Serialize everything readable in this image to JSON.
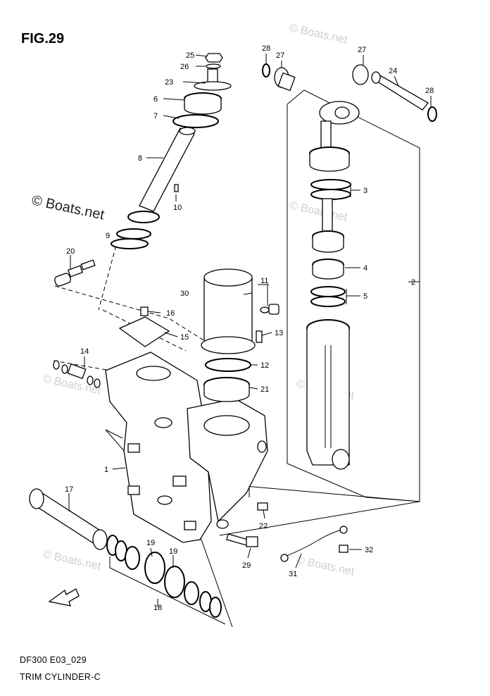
{
  "figure": {
    "title": "FIG.29",
    "model_code": "DF300 E03_029",
    "name": "TRIM CYLINDER-C"
  },
  "watermarks": {
    "dark": "© Boats.net",
    "light": "© Boats.net"
  },
  "callouts": [
    {
      "id": "p1",
      "label": "1"
    },
    {
      "id": "p2",
      "label": "2"
    },
    {
      "id": "p3",
      "label": "3"
    },
    {
      "id": "p4",
      "label": "4"
    },
    {
      "id": "p5",
      "label": "5"
    },
    {
      "id": "p6",
      "label": "6"
    },
    {
      "id": "p7",
      "label": "7"
    },
    {
      "id": "p8",
      "label": "8"
    },
    {
      "id": "p9",
      "label": "9"
    },
    {
      "id": "p10",
      "label": "10"
    },
    {
      "id": "p11",
      "label": "11"
    },
    {
      "id": "p12",
      "label": "12"
    },
    {
      "id": "p13",
      "label": "13"
    },
    {
      "id": "p14",
      "label": "14"
    },
    {
      "id": "p15",
      "label": "15"
    },
    {
      "id": "p16",
      "label": "16"
    },
    {
      "id": "p17",
      "label": "17"
    },
    {
      "id": "p18",
      "label": "18"
    },
    {
      "id": "p19a",
      "label": "19"
    },
    {
      "id": "p19b",
      "label": "19"
    },
    {
      "id": "p20",
      "label": "20"
    },
    {
      "id": "p21",
      "label": "21"
    },
    {
      "id": "p22",
      "label": "22"
    },
    {
      "id": "p23",
      "label": "23"
    },
    {
      "id": "p24",
      "label": "24"
    },
    {
      "id": "p25",
      "label": "25"
    },
    {
      "id": "p26",
      "label": "26"
    },
    {
      "id": "p27a",
      "label": "27"
    },
    {
      "id": "p27b",
      "label": "27"
    },
    {
      "id": "p28a",
      "label": "28"
    },
    {
      "id": "p28b",
      "label": "28"
    },
    {
      "id": "p29",
      "label": "29"
    },
    {
      "id": "p30",
      "label": "30"
    },
    {
      "id": "p31",
      "label": "31"
    },
    {
      "id": "p32",
      "label": "32"
    }
  ],
  "icons": {
    "fwd_arrow": "fwd-arrow-icon"
  }
}
